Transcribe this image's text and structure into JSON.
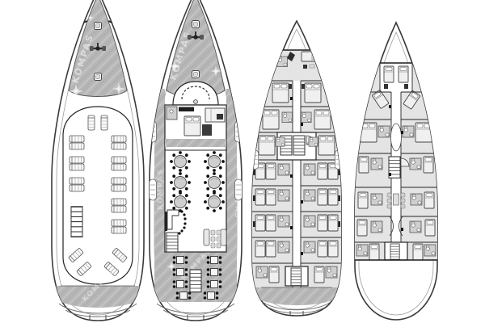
{
  "figure": {
    "type": "ship-deck-plans",
    "ship_name": "KOMPAS",
    "background": "#ffffff",
    "colors": {
      "outline": "#3a3a3a",
      "deck_gray": "#b6b6b6",
      "deck_gray_line": "#c3c3c3",
      "interior": "#ffffff",
      "floor": "#e4e4e4",
      "tile": "#cfcfcf",
      "dark": "#1f1f1f",
      "watermark": "#ffffff",
      "background": "#ffffff"
    },
    "decks": [
      {
        "id": "sun-deck",
        "features": {
          "sun_loungers": 22,
          "deck_hatches": 2,
          "anchor_windlass": 1,
          "ladders": 1,
          "compass_roses": 3
        }
      },
      {
        "id": "bridge-deck",
        "features": {
          "wheelhouse": 1,
          "captain_cabin": 1,
          "dining_tables": 6,
          "aft_deck_tables": 8,
          "bar": 1,
          "lounge_sofas": 2,
          "tender_boats": 4,
          "deck_hatches": 2,
          "stairways": 2,
          "compass_roses": 4
        }
      },
      {
        "id": "main-cabin-deck",
        "features": {
          "cabins": 16,
          "stairways": 2,
          "crew_area": 1,
          "tender_boats": 2
        }
      },
      {
        "id": "lower-cabin-deck",
        "features": {
          "cabins": 10,
          "crew_berths": 4,
          "mess_table": 1,
          "stairways": 2,
          "engine_room": 1
        }
      }
    ]
  }
}
